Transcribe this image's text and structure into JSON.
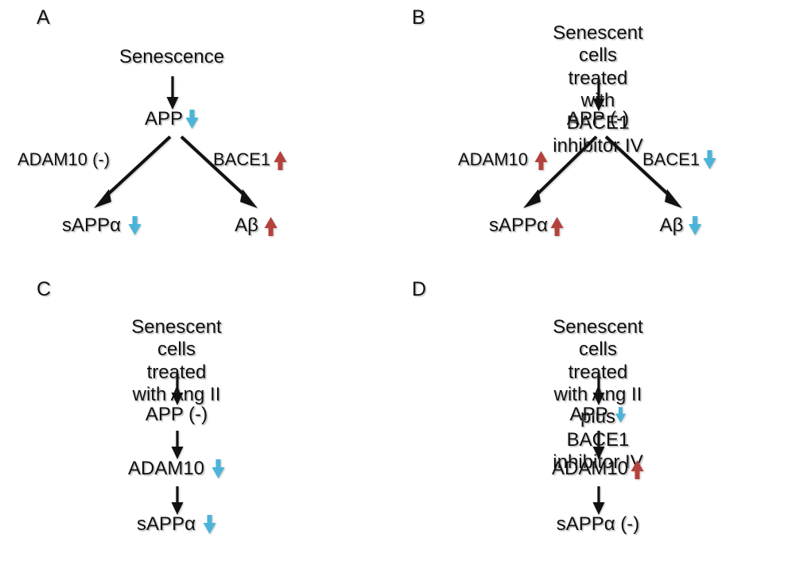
{
  "figure": {
    "type": "diagram",
    "background": "#ffffff",
    "colors": {
      "text": "#101010",
      "increase_arrow": "#B5413C",
      "decrease_arrow": "#4BB4D8",
      "connector_arrow": "#111111"
    },
    "legend_semantics": {
      "red_up": "increased",
      "blue_down": "decreased",
      "(-)": "no change"
    }
  },
  "panels": [
    {
      "letter": "A",
      "title_lines": [
        "Senescence"
      ],
      "nodes": [
        {
          "label": "APP",
          "trend": "down"
        },
        {
          "label": "sAPPα",
          "trend": "down"
        },
        {
          "label": "Aβ",
          "trend": "up"
        }
      ],
      "edge_labels": [
        {
          "label": "ADAM10 (-)",
          "trend": "none"
        },
        {
          "label": "BACE1",
          "trend": "up"
        }
      ]
    },
    {
      "letter": "B",
      "title_lines": [
        "Senescent cells treated with",
        "BACE1 inhibitor IV"
      ],
      "nodes": [
        {
          "label": "APP (-)",
          "trend": "none"
        },
        {
          "label": "sAPPα",
          "trend": "up"
        },
        {
          "label": "Aβ",
          "trend": "down"
        }
      ],
      "edge_labels": [
        {
          "label": "ADAM10",
          "trend": "up"
        },
        {
          "label": "BACE1",
          "trend": "down"
        }
      ]
    },
    {
      "letter": "C",
      "title_lines": [
        "Senescent cells",
        "treated with Ang II"
      ],
      "nodes": [
        {
          "label": "APP (-)",
          "trend": "none"
        },
        {
          "label": "ADAM10",
          "trend": "down"
        },
        {
          "label": "sAPPα",
          "trend": "down"
        }
      ],
      "edge_labels": []
    },
    {
      "letter": "D",
      "title_lines": [
        "Senescent cells treated with Ang II plus",
        "BACE1 inhibitor IV"
      ],
      "nodes": [
        {
          "label": "APP",
          "trend": "down"
        },
        {
          "label": "ADAM10",
          "trend": "up"
        },
        {
          "label": "sAPPα (-)",
          "trend": "none"
        }
      ],
      "edge_labels": []
    }
  ]
}
